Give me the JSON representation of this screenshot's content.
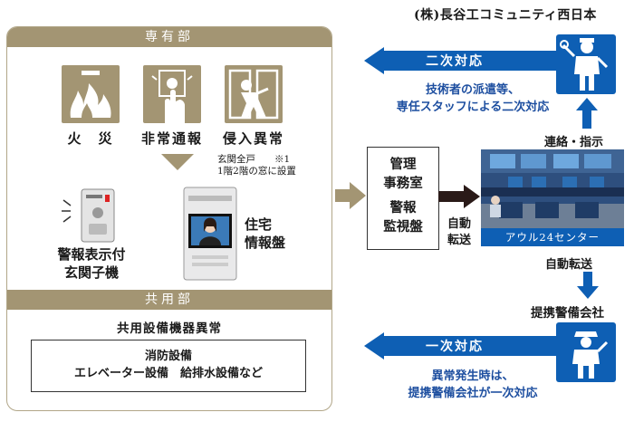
{
  "company": "(株)長谷工コミュニティ西日本",
  "private_section": {
    "title": "専有部",
    "items": [
      {
        "label": "火　災",
        "icon": "fire-icon"
      },
      {
        "label": "非常通報",
        "icon": "emergency-button-icon"
      },
      {
        "label": "侵入異常",
        "icon": "intruder-icon"
      }
    ],
    "note_line1": "玄関全戸　　※1",
    "note_line2": "1階2階の窓に設置",
    "intercom_label_1": "警報表示付",
    "intercom_label_2": "玄関子機",
    "panel_label_1": "住宅",
    "panel_label_2": "情報盤"
  },
  "shared_section": {
    "title": "共用部",
    "subtitle": "共用設備機器異常",
    "equipment_line1": "消防設備",
    "equipment_line2": "エレベーター設備　給排水設備など"
  },
  "office": {
    "line1": "管理",
    "line2": "事務室",
    "line3": "警報",
    "line4": "監視盤"
  },
  "auto_transfer_1": {
    "line1": "自動",
    "line2": "転送"
  },
  "center_photo_caption": "アウル24センター",
  "secondary_response": {
    "arrow_label": "二次対応",
    "desc_line1": "技術者の派遣等、",
    "desc_line2": "専任スタッフによる二次対応",
    "icon": "technician-icon"
  },
  "contact_label": "連絡・指示",
  "auto_transfer_2": "自動転送",
  "security_company": "提携警備会社",
  "primary_response": {
    "arrow_label": "一次対応",
    "desc_line1": "異常発生時は、",
    "desc_line2": "提携警備会社が一次対応",
    "icon": "security-guard-icon"
  },
  "colors": {
    "gold": "#a39573",
    "blue": "#0e5fb4",
    "dark": "#2a1a18"
  }
}
